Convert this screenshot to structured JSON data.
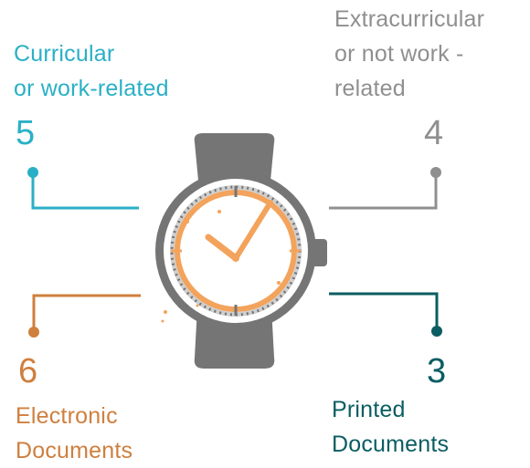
{
  "colors": {
    "curricular": "#2ab0c6",
    "extracurricular": "#8f8f8f",
    "electronic": "#cf7f3e",
    "printed": "#0b5d62",
    "watch_body": "#757575",
    "watch_face": "#f3a35c"
  },
  "quadrants": {
    "curricular": {
      "lines": [
        "Curricular",
        "or work-related"
      ],
      "value": "5"
    },
    "extracurricular": {
      "lines": [
        "Extracurricular",
        "or not work -",
        "related"
      ],
      "value": "4"
    },
    "electronic": {
      "lines": [
        "Electronic",
        "Documents"
      ],
      "value": "6"
    },
    "printed": {
      "lines": [
        "Printed",
        "Documents"
      ],
      "value": "3"
    }
  },
  "icons": {
    "center": "wristwatch-icon"
  }
}
